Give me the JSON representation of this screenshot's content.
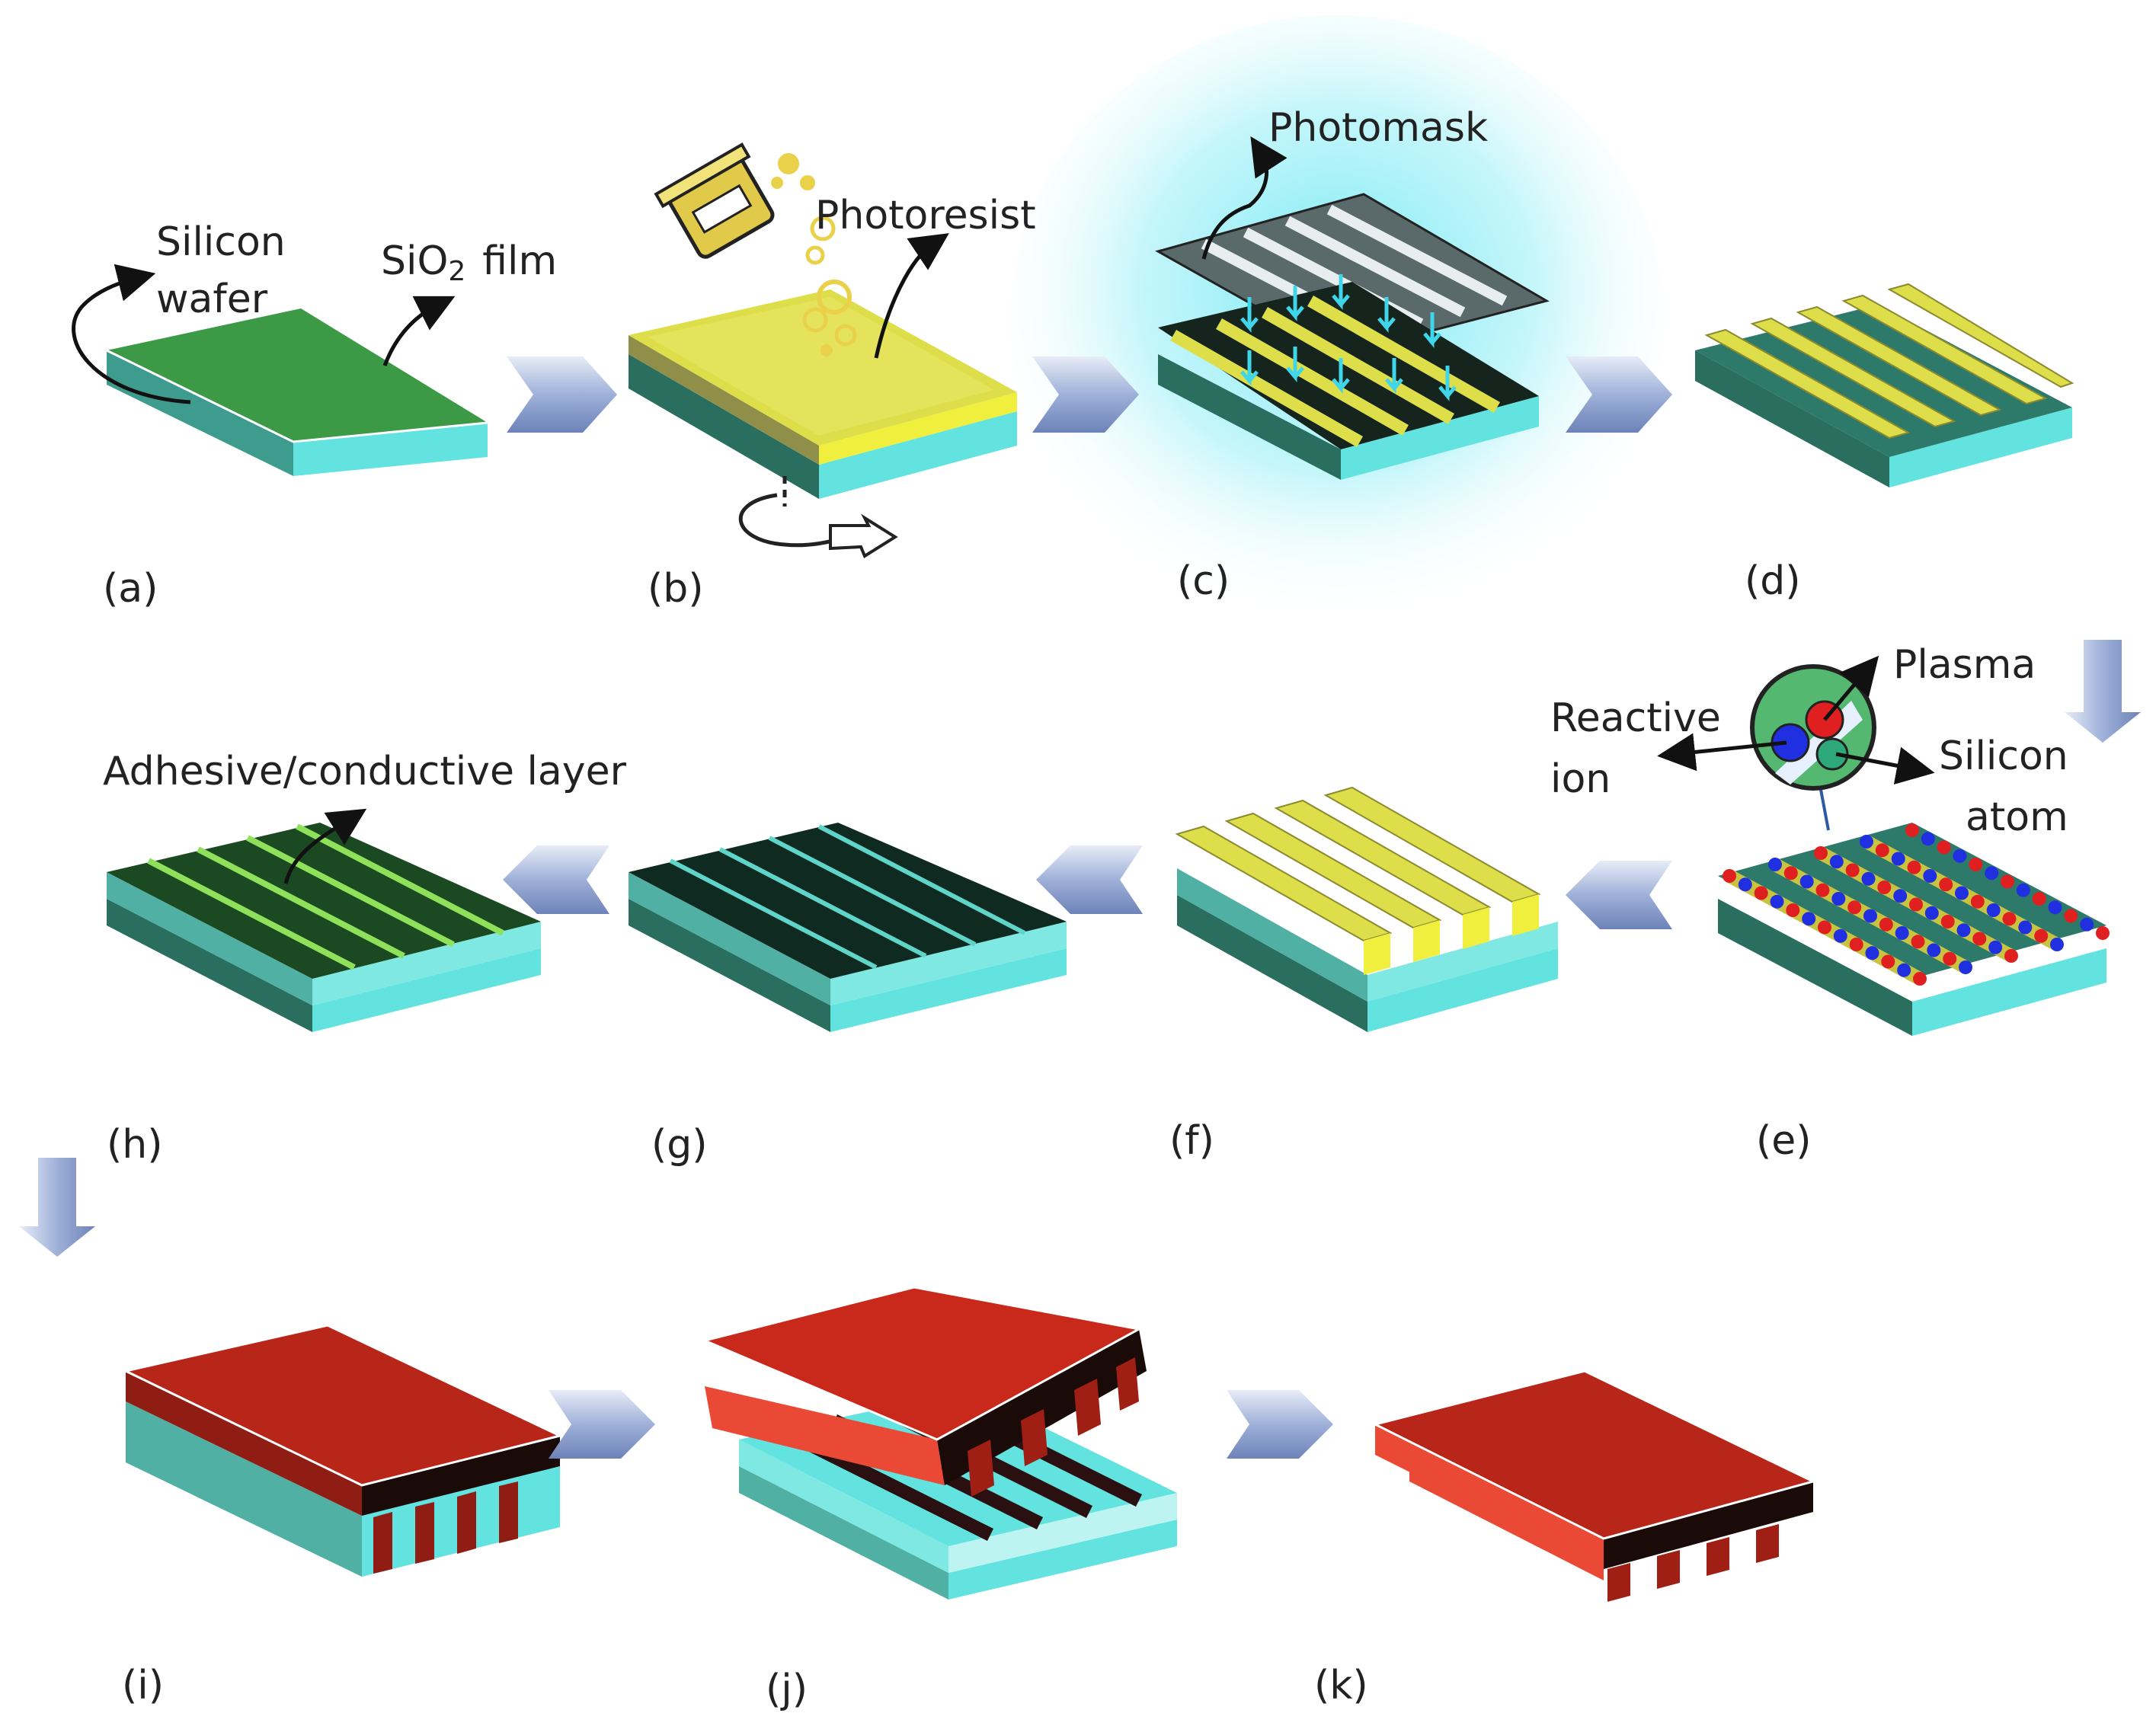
{
  "steps": [
    {
      "id": "a",
      "label": "(a)"
    },
    {
      "id": "b",
      "label": "(b)"
    },
    {
      "id": "c",
      "label": "(c)"
    },
    {
      "id": "d",
      "label": "(d)"
    },
    {
      "id": "e",
      "label": "(e)"
    },
    {
      "id": "f",
      "label": "(f)"
    },
    {
      "id": "g",
      "label": "(g)"
    },
    {
      "id": "h",
      "label": "(h)"
    },
    {
      "id": "i",
      "label": "(i)"
    },
    {
      "id": "j",
      "label": "(j)"
    },
    {
      "id": "k",
      "label": "(k)"
    }
  ],
  "annotations": {
    "silicon_wafer_line1": "Silicon",
    "silicon_wafer_line2": "wafer",
    "sio2_main": "SiO",
    "sio2_sub": "2",
    "sio2_suffix": "film",
    "photoresist": "Photoresist",
    "photomask": "Photomask",
    "plasma": "Plasma",
    "reactive_line1": "Reactive",
    "reactive_line2": "ion",
    "silicon_atom_line1": "Silicon",
    "silicon_atom_line2": "atom",
    "adhesive_layer": "Adhesive/conductive layer"
  },
  "colors": {
    "sio2_green": "#3c9a46",
    "substrate_cyan": "#62e3df",
    "substrate_dark": "#2f7a6b",
    "photoresist_yellow": "#dede4a",
    "metal_red": "#b8261a",
    "metal_red_light": "#ea4a35",
    "arrow_blue": "#9fb1d9",
    "uv_glow": "#7ee6f0",
    "plasma_red": "#e02020",
    "ion_blue": "#2030e0"
  }
}
